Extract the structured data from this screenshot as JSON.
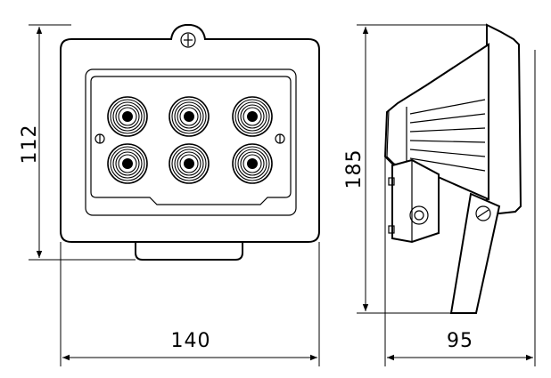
{
  "dimensions": {
    "height_front": "112",
    "width_front": "140",
    "height_side": "185",
    "depth_side": "95"
  },
  "colors": {
    "line": "#000000",
    "background": "#ffffff",
    "lens_core": "#000000"
  },
  "front_view": {
    "led_count": 6,
    "rows": 2,
    "cols": 3
  }
}
